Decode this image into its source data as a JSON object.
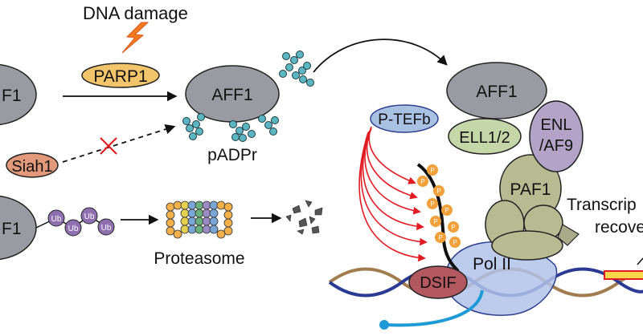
{
  "labels": {
    "dna_damage": "DNA damage",
    "parp1": "PARP1",
    "aff1_left_top": "F1",
    "aff1_center": "AFF1",
    "padpr": "pADPr",
    "siah1": "Siah1",
    "aff1_left_bottom": "F1",
    "ub": "Ub",
    "proteasome": "Proteasome",
    "aff1_complex": "AFF1",
    "ptefb": "P-TEFb",
    "ell": "ELL1/2",
    "enl_line1": "ENL",
    "enl_line2": "/AF9",
    "paf1": "PAF1",
    "p": "P",
    "pol2": "Pol II",
    "dsif": "DSIF",
    "transcription_partial": "Transcrip",
    "recovery_partial": "recove"
  },
  "colors": {
    "aff1_fill": "#9a9aa2",
    "parp1_fill": "#f2c46b",
    "siah1_fill": "#e2987a",
    "ptefb_fill": "#a9c2e4",
    "ell_fill": "#c5d7a8",
    "enl_fill": "#b3a3c6",
    "paf1_fill": "#b8bb92",
    "dsif_fill": "#b3585f",
    "pol2_fill": "#b2c3ea",
    "padpr_bead": "#5bb6c2",
    "phospho": "#f1a03a",
    "ub_bead": "#8e6fb0",
    "lightning": "#f47b20",
    "red_arrow": "#e21b23",
    "inhibit_x": "#e21b23"
  }
}
